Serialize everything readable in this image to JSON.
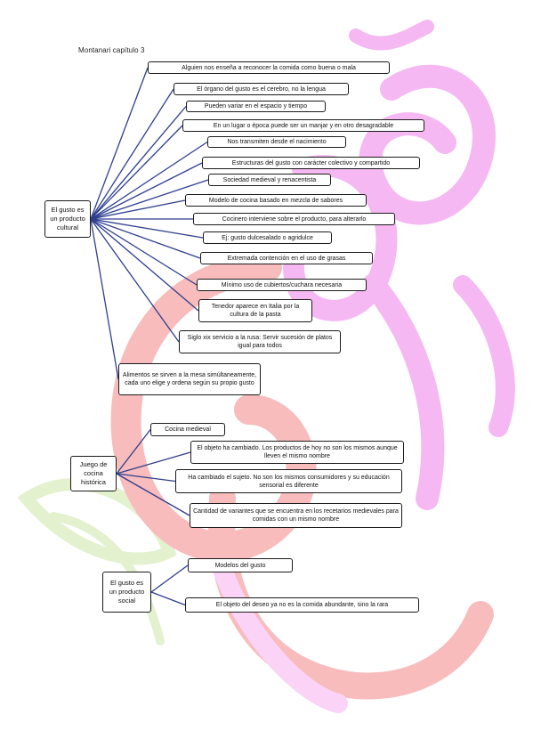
{
  "title": "Montanari capítulo 3",
  "groups": [
    {
      "root": "El gusto es un producto cultural",
      "children": [
        "Alguien nos enseña a reconocer la comida como buena o mala",
        "El órgano del gusto es el cerebro, no la lengua",
        "Pueden variar en el espacio y tiempo",
        "En un lugar o época puede ser un manjar y en otro desagradable",
        "Nos transmiten desde el nacimiento",
        "Estructuras del gusto con carácter colectivo y compartido",
        "Sociedad medieval y renacentista",
        "Modelo de cocina basado en mezcla de sabores",
        "Cocinero interviene sobre el producto, para alterarlo",
        "Ej: gusto dulcesalado o agridulce",
        "Extremada contención en el uso de grasas",
        "Mínimo uso de cubiertos/cuchara necesaria",
        "Tenedor aparece en Italia por la cultura de la pasta",
        "Siglo xix servicio a la rusa: Servir sucesión de platos igual para todos",
        "Alimentos se sirven a la mesa simúltaneamente, cada uno elige y ordena según su propio gusto"
      ]
    },
    {
      "root": "Juego de cocina histórica",
      "children": [
        "Cocina medieval",
        "El objeto ha cambiado. Los productos de hoy no son los mismos aunque lleven el mismo nombre",
        "Ha cambiado el sujeto. No son los mismos consumidores y su educación sensorial es diferente",
        "Cantidad de variantes que se encuentra en los recetarios medievales para comidas con un mismo nombre"
      ]
    },
    {
      "root": "El gusto es un producto social",
      "children": [
        "Modelos del gusto",
        "El objeto del deseo ya no es la comida abundante, sino la rara"
      ]
    }
  ],
  "colors": {
    "connector": "#2e3f8f",
    "watermark_red": "#f8bcbc",
    "watermark_pink": "#f6b8f2",
    "watermark_green": "#e4f1cf"
  }
}
